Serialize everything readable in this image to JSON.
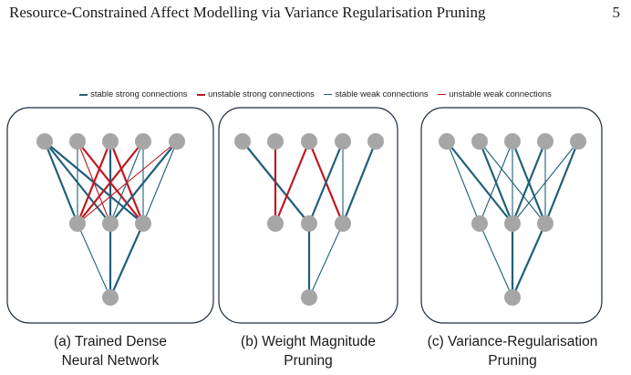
{
  "header": {
    "running_title": "Resource-Constrained Affect Modelling via Variance Regularisation Pruning",
    "page_number": "5"
  },
  "colors": {
    "stable": "#1f5f7a",
    "unstable": "#c0161f",
    "node": "#a6a6a6",
    "panel_border": "#1c2d3d"
  },
  "legend": [
    {
      "label": "stable strong connections",
      "kind": "stable",
      "strength": "strong"
    },
    {
      "label": "unstable strong connections",
      "kind": "unstable",
      "strength": "strong"
    },
    {
      "label": "stable weak connections",
      "kind": "stable",
      "strength": "weak"
    },
    {
      "label": "unstable weak connections",
      "kind": "unstable",
      "strength": "weak"
    }
  ],
  "panels": [
    {
      "caption_line1": "(a) Trained Dense",
      "caption_line2": "Neural Network",
      "hidden_count": 3,
      "edges": [
        {
          "from": "i0",
          "to": "h0",
          "kind": "stable",
          "strength": "strong"
        },
        {
          "from": "i0",
          "to": "h1",
          "kind": "stable",
          "strength": "strong"
        },
        {
          "from": "i0",
          "to": "h2",
          "kind": "stable",
          "strength": "strong"
        },
        {
          "from": "i1",
          "to": "h0",
          "kind": "stable",
          "strength": "weak"
        },
        {
          "from": "i1",
          "to": "h1",
          "kind": "unstable",
          "strength": "weak"
        },
        {
          "from": "i1",
          "to": "h2",
          "kind": "unstable",
          "strength": "strong"
        },
        {
          "from": "i2",
          "to": "h0",
          "kind": "unstable",
          "strength": "strong"
        },
        {
          "from": "i2",
          "to": "h1",
          "kind": "stable",
          "strength": "strong"
        },
        {
          "from": "i2",
          "to": "h2",
          "kind": "unstable",
          "strength": "strong"
        },
        {
          "from": "i3",
          "to": "h0",
          "kind": "unstable",
          "strength": "strong"
        },
        {
          "from": "i3",
          "to": "h1",
          "kind": "stable",
          "strength": "weak"
        },
        {
          "from": "i3",
          "to": "h2",
          "kind": "stable",
          "strength": "weak"
        },
        {
          "from": "i4",
          "to": "h0",
          "kind": "unstable",
          "strength": "weak"
        },
        {
          "from": "i4",
          "to": "h1",
          "kind": "stable",
          "strength": "strong"
        },
        {
          "from": "i4",
          "to": "h2",
          "kind": "stable",
          "strength": "weak"
        },
        {
          "from": "h0",
          "to": "o",
          "kind": "stable",
          "strength": "weak"
        },
        {
          "from": "h1",
          "to": "o",
          "kind": "stable",
          "strength": "strong"
        },
        {
          "from": "h2",
          "to": "o",
          "kind": "stable",
          "strength": "strong"
        }
      ]
    },
    {
      "caption_line1": "(b) Weight Magnitude",
      "caption_line2": "Pruning",
      "hidden_count": 3,
      "edges": [
        {
          "from": "i0",
          "to": "h1",
          "kind": "stable",
          "strength": "strong"
        },
        {
          "from": "i1",
          "to": "h0",
          "kind": "unstable",
          "strength": "strong"
        },
        {
          "from": "i2",
          "to": "h0",
          "kind": "unstable",
          "strength": "strong"
        },
        {
          "from": "i2",
          "to": "h2",
          "kind": "unstable",
          "strength": "strong"
        },
        {
          "from": "i3",
          "to": "h1",
          "kind": "stable",
          "strength": "strong"
        },
        {
          "from": "i3",
          "to": "h2",
          "kind": "stable",
          "strength": "weak"
        },
        {
          "from": "i4",
          "to": "h2",
          "kind": "stable",
          "strength": "strong"
        },
        {
          "from": "h1",
          "to": "o",
          "kind": "stable",
          "strength": "strong"
        },
        {
          "from": "h2",
          "to": "o",
          "kind": "stable",
          "strength": "weak"
        }
      ]
    },
    {
      "caption_line1": "(c) Variance-Regularisation",
      "caption_line2": "Pruning",
      "hidden_count": 3,
      "edges": [
        {
          "from": "i0",
          "to": "h0",
          "kind": "stable",
          "strength": "weak"
        },
        {
          "from": "i0",
          "to": "h1",
          "kind": "stable",
          "strength": "strong"
        },
        {
          "from": "i1",
          "to": "h1",
          "kind": "stable",
          "strength": "strong"
        },
        {
          "from": "i1",
          "to": "h2",
          "kind": "stable",
          "strength": "weak"
        },
        {
          "from": "i2",
          "to": "h0",
          "kind": "stable",
          "strength": "weak"
        },
        {
          "from": "i2",
          "to": "h1",
          "kind": "stable",
          "strength": "weak"
        },
        {
          "from": "i2",
          "to": "h2",
          "kind": "stable",
          "strength": "strong"
        },
        {
          "from": "i3",
          "to": "h1",
          "kind": "stable",
          "strength": "strong"
        },
        {
          "from": "i3",
          "to": "h2",
          "kind": "stable",
          "strength": "weak"
        },
        {
          "from": "i4",
          "to": "h1",
          "kind": "stable",
          "strength": "weak"
        },
        {
          "from": "i4",
          "to": "h2",
          "kind": "stable",
          "strength": "strong"
        },
        {
          "from": "h0",
          "to": "o",
          "kind": "stable",
          "strength": "weak"
        },
        {
          "from": "h1",
          "to": "o",
          "kind": "stable",
          "strength": "strong"
        },
        {
          "from": "h2",
          "to": "o",
          "kind": "stable",
          "strength": "strong"
        }
      ]
    }
  ]
}
